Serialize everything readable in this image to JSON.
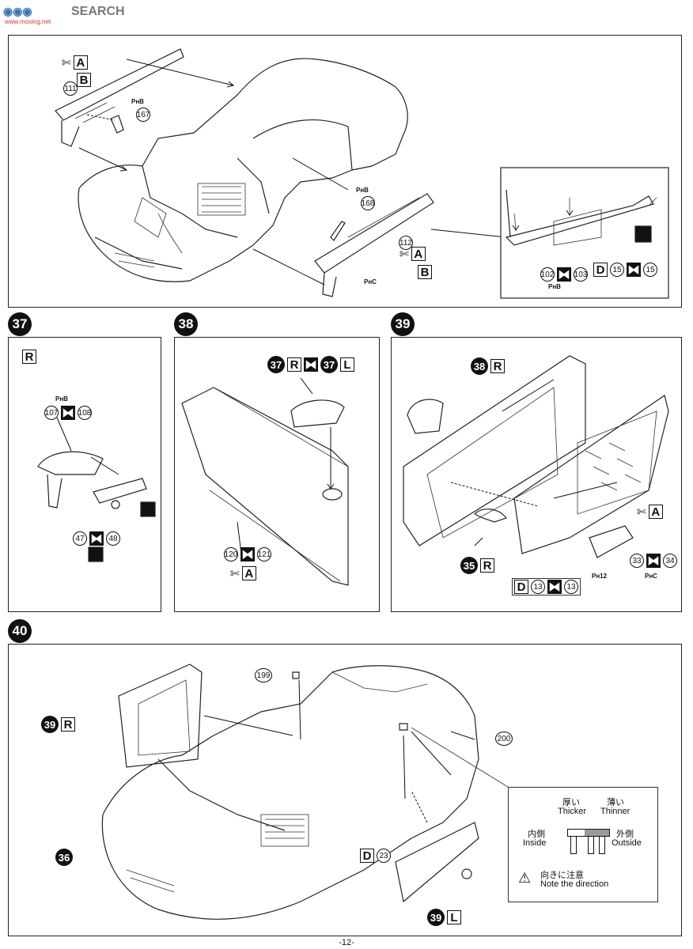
{
  "header": {
    "logo_text": "SEARCH",
    "logo_sub": "www.moxing.net"
  },
  "steps": {
    "s37": "37",
    "s38": "38",
    "s39": "39",
    "s40": "40"
  },
  "top": {
    "A": "A",
    "B": "B",
    "p111": "111",
    "p167": "167",
    "p168": "168",
    "p112": "112",
    "ph_b": "PʜB",
    "ph_c": "PʜC",
    "p102": "102",
    "p103": "103",
    "D": "D",
    "p15a": "15",
    "p15b": "15"
  },
  "step37": {
    "R": "R",
    "ph_b": "PʜB",
    "p107": "107",
    "p108": "108",
    "p47": "47",
    "p48": "48"
  },
  "step38": {
    "r37a": "37",
    "R": "R",
    "r37b": "37",
    "L": "L",
    "p120": "120",
    "p121": "121",
    "A": "A"
  },
  "step39": {
    "r38": "38",
    "R1": "R",
    "A": "A",
    "r35": "35",
    "R2": "R",
    "D": "D",
    "p13a": "13",
    "p13b": "13",
    "ph12": "Pʜ12",
    "p33": "33",
    "p34": "34",
    "ph_c": "PʜC"
  },
  "step40": {
    "p199": "199",
    "p200": "200",
    "r39a": "39",
    "R": "R",
    "r36": "36",
    "D": "D",
    "p23": "23",
    "r39b": "39",
    "L": "L",
    "note": {
      "thick_jp": "厚い",
      "thick_en": "Thicker",
      "thin_jp": "薄い",
      "thin_en": "Thinner",
      "inside_jp": "内側",
      "inside_en": "Inside",
      "outside_jp": "外側",
      "outside_en": "Outside",
      "warn_jp": "向きに注意",
      "warn_en": "Note the direction"
    }
  },
  "footer": {
    "page": "-12-"
  }
}
